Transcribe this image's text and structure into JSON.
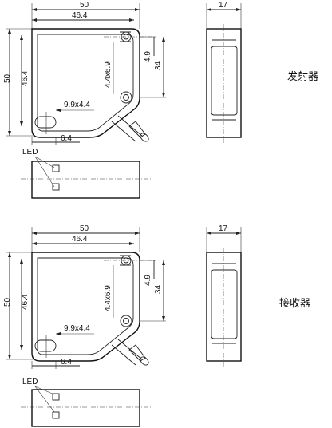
{
  "emitter": {
    "label": "发射器",
    "dims": {
      "width_outer": "50",
      "width_inner": "46.4",
      "height_outer": "50",
      "height_inner": "46.4",
      "hole_slot": "4.4x6.9",
      "dim_4_9": "4.9",
      "dim_34": "34",
      "slot_bottom": "9.9x4.4",
      "dim_6_4": "6.4",
      "side_width": "17"
    },
    "led": "LED"
  },
  "receiver": {
    "label": "接收器",
    "dims": {
      "width_outer": "50",
      "width_inner": "46.4",
      "height_outer": "50",
      "height_inner": "46.4",
      "hole_slot": "4.4x6.9",
      "dim_4_9": "4.9",
      "dim_34": "34",
      "slot_bottom": "9.9x4.4",
      "dim_6_4": "6.4",
      "side_width": "17"
    },
    "led": "LED"
  }
}
